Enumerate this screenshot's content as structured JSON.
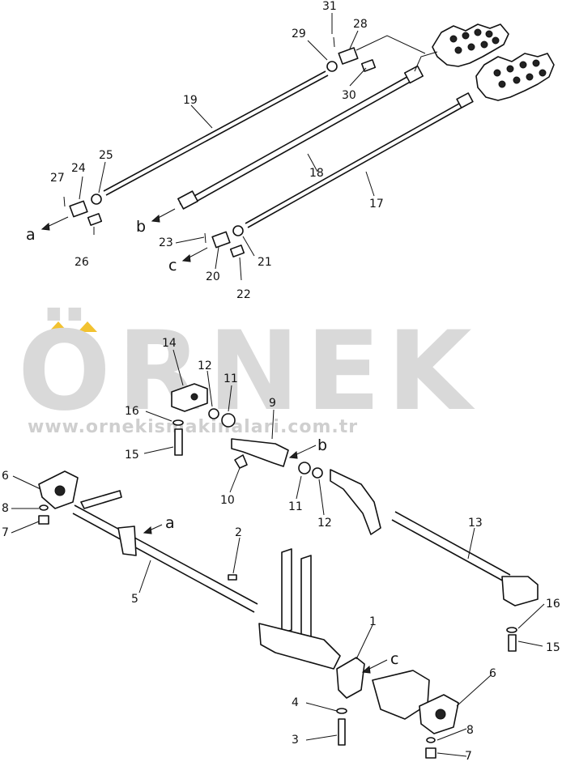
{
  "watermark": {
    "brand": "ÖRNEK",
    "url": "www.ornekismakinalari.com.tr",
    "accent_color": "#f2c230",
    "text_color": "#d9d9d9"
  },
  "callouts": {
    "p1": "1",
    "p2": "2",
    "p3": "3",
    "p4": "4",
    "p5": "5",
    "p6a": "6",
    "p6b": "6",
    "p7a": "7",
    "p7b": "7",
    "p8a": "8",
    "p8b": "8",
    "p9": "9",
    "p10": "10",
    "p11a": "11",
    "p11b": "11",
    "p12a": "12",
    "p12b": "12",
    "p13": "13",
    "p14": "14",
    "p15a": "15",
    "p15b": "15",
    "p16a": "16",
    "p16b": "16",
    "p17": "17",
    "p18": "18",
    "p19": "19",
    "p20": "20",
    "p21": "21",
    "p22": "22",
    "p23": "23",
    "p24": "24",
    "p25": "25",
    "p26": "26",
    "p27": "27",
    "p28": "28",
    "p29": "29",
    "p30": "30",
    "p31": "31"
  },
  "connection_marks": {
    "a_top": "a",
    "b_top": "b",
    "c_top": "c",
    "a_bottom": "a",
    "b_bottom": "b",
    "c_bottom": "c"
  }
}
